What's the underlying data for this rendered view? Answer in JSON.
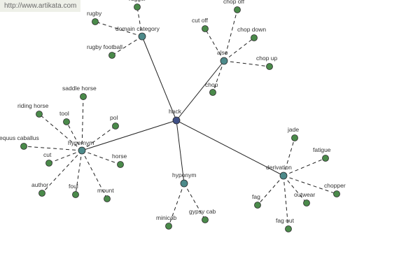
{
  "watermark": "http://www.artikata.com",
  "colors": {
    "root": "#3f4f86",
    "relation": "#4d8a8a",
    "leaf": "#4a8a4a",
    "edge": "#222222"
  },
  "graph": {
    "root": "hack",
    "relations": [
      {
        "key": "domain",
        "label": "domain category",
        "leaves": [
          "rugby",
          "rugby football",
          "rugger"
        ]
      },
      {
        "key": "also",
        "label": "also",
        "leaves": [
          "chop off",
          "cut off",
          "chop down",
          "chop up",
          "chop"
        ]
      },
      {
        "key": "hypernym",
        "label": "hypernym",
        "leaves": [
          "saddle horse",
          "riding horse",
          "tool",
          "pol",
          "equus caballus",
          "cut",
          "horse",
          "author",
          "foul",
          "mount"
        ]
      },
      {
        "key": "hyponym",
        "label": "hyponym",
        "leaves": [
          "minicab",
          "gypsy cab"
        ]
      },
      {
        "key": "derivation",
        "label": "derivation",
        "leaves": [
          "jade",
          "fatigue",
          "fag",
          "outwear",
          "chopper",
          "fag out"
        ]
      }
    ]
  }
}
